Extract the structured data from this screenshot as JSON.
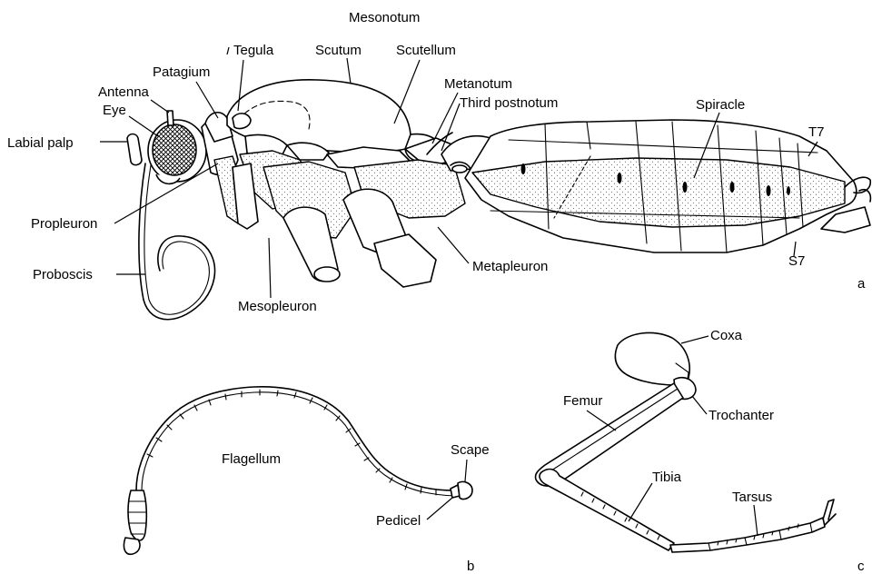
{
  "panels": {
    "a": {
      "letter": "a",
      "labels": {
        "mesonotum": "Mesonotum",
        "tegula": "Tegula",
        "scutum": "Scutum",
        "scutellum": "Scutellum",
        "patagium": "Patagium",
        "metanotum": "Metanotum",
        "third_postnotum": "Third postnotum",
        "antenna": "Antenna",
        "eye": "Eye",
        "labial_palp": "Labial palp",
        "spiracle": "Spiracle",
        "t7": "T7",
        "propleuron": "Propleuron",
        "proboscis": "Proboscis",
        "mesopleuron": "Mesopleuron",
        "metapleuron": "Metapleuron",
        "s7": "S7"
      }
    },
    "b": {
      "letter": "b",
      "labels": {
        "flagellum": "Flagellum",
        "scape": "Scape",
        "pedicel": "Pedicel"
      }
    },
    "c": {
      "letter": "c",
      "labels": {
        "coxa": "Coxa",
        "trochanter": "Trochanter",
        "femur": "Femur",
        "tibia": "Tibia",
        "tarsus": "Tarsus"
      }
    }
  }
}
